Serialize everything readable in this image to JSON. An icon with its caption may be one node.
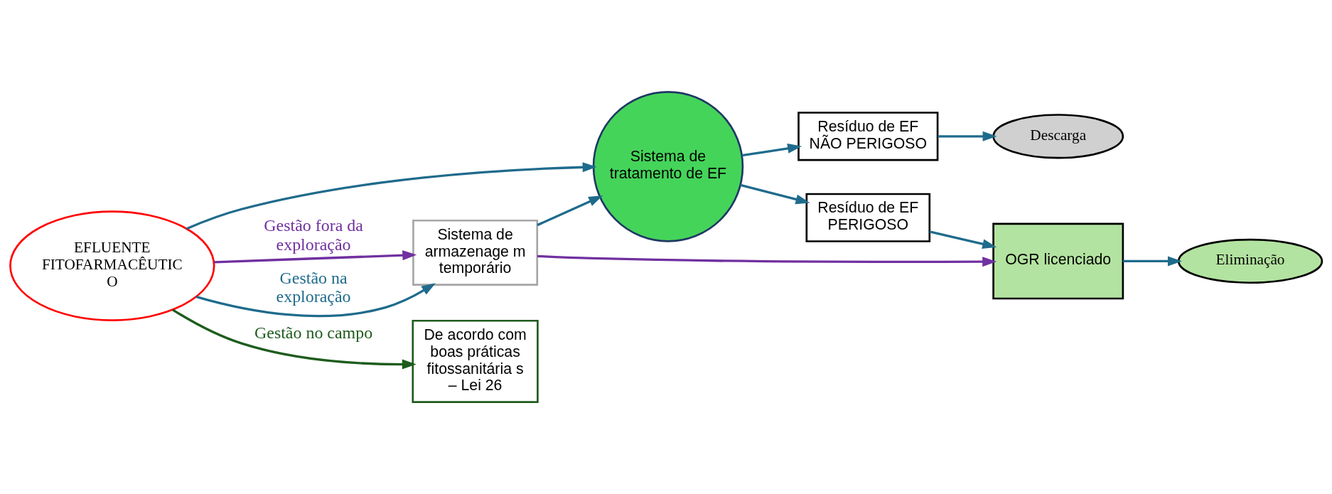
{
  "diagram": {
    "nodes": [
      {
        "text": [
          "EFLUENTE FITOFARMACÊUTIC O"
        ]
      },
      {
        "text": [
          "Sistema de armazenage m temporário"
        ]
      },
      {
        "text": [
          "Sistema de tratamento de EF"
        ]
      },
      {
        "text": [
          "Resíduo de EF NÃO PERIGOSO"
        ]
      },
      {
        "text": [
          "Descarga"
        ]
      },
      {
        "text": [
          "Resíduo de EF PERIGOSO"
        ]
      },
      {
        "text": [
          "OGR licenciado"
        ]
      },
      {
        "text": [
          "Eliminação"
        ]
      },
      {
        "text": [
          "De acordo com boas práticas fitossanitária s – Lei 26"
        ]
      }
    ],
    "edges": [
      {
        "from": 0,
        "to": 1,
        "arrow": "to",
        "label": "Gestão na exploração"
      },
      {
        "from": 0,
        "to": 2,
        "arrow": "to"
      },
      {
        "from": 0,
        "to": 1,
        "arrow": "to",
        "label": "Gestão fora da exploração",
        "color": "#7030a0"
      },
      {
        "from": 1,
        "to": 2,
        "arrow": "to"
      },
      {
        "from": 1,
        "to": 6,
        "arrow": "to",
        "color": "#7030a0"
      },
      {
        "from": 2,
        "to": 3,
        "arrow": "to"
      },
      {
        "from": 2,
        "to": 5,
        "arrow": "to"
      },
      {
        "from": 3,
        "to": 4,
        "arrow": "to"
      },
      {
        "from": 5,
        "to": 6,
        "arrow": "to"
      },
      {
        "from": 6,
        "to": 7,
        "arrow": "to"
      },
      {
        "from": 0,
        "to": 8,
        "arrow": "to",
        "label": "Gestão no campo",
        "color": "#1e5c1e"
      }
    ]
  }
}
